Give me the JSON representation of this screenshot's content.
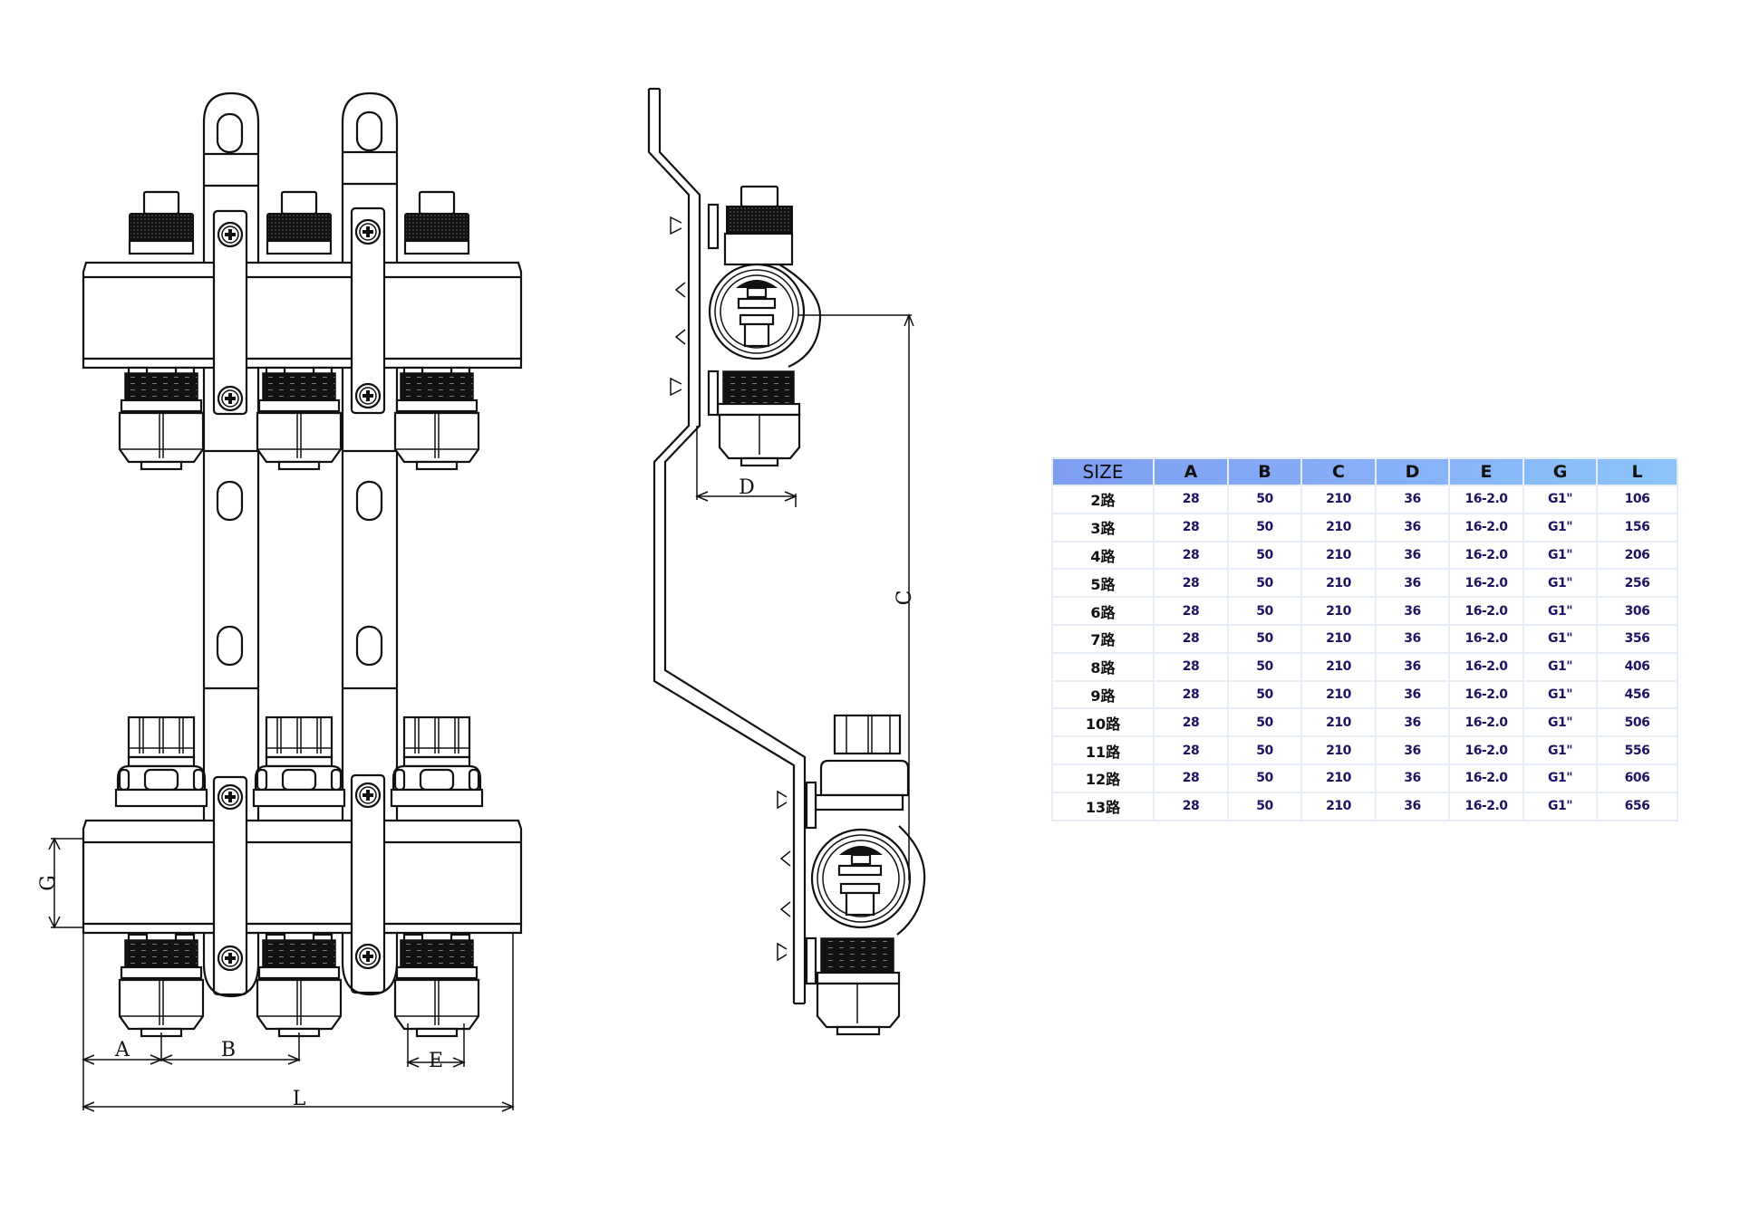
{
  "drawing": {
    "front_view_labels": {
      "A": "A",
      "B": "B",
      "E": "E",
      "L": "L",
      "G": "G"
    },
    "side_view_labels": {
      "D": "D",
      "C": "C"
    }
  },
  "spec_table": {
    "headers": [
      "SIZE",
      "A",
      "B",
      "C",
      "D",
      "E",
      "G",
      "L"
    ],
    "rows": [
      [
        "2路",
        "28",
        "50",
        "210",
        "36",
        "16-2.0",
        "G1\"",
        "106"
      ],
      [
        "3路",
        "28",
        "50",
        "210",
        "36",
        "16-2.0",
        "G1\"",
        "156"
      ],
      [
        "4路",
        "28",
        "50",
        "210",
        "36",
        "16-2.0",
        "G1\"",
        "206"
      ],
      [
        "5路",
        "28",
        "50",
        "210",
        "36",
        "16-2.0",
        "G1\"",
        "256"
      ],
      [
        "6路",
        "28",
        "50",
        "210",
        "36",
        "16-2.0",
        "G1\"",
        "306"
      ],
      [
        "7路",
        "28",
        "50",
        "210",
        "36",
        "16-2.0",
        "G1\"",
        "356"
      ],
      [
        "8路",
        "28",
        "50",
        "210",
        "36",
        "16-2.0",
        "G1\"",
        "406"
      ],
      [
        "9路",
        "28",
        "50",
        "210",
        "36",
        "16-2.0",
        "G1\"",
        "456"
      ],
      [
        "10路",
        "28",
        "50",
        "210",
        "36",
        "16-2.0",
        "G1\"",
        "506"
      ],
      [
        "11路",
        "28",
        "50",
        "210",
        "36",
        "16-2.0",
        "G1\"",
        "556"
      ],
      [
        "12路",
        "28",
        "50",
        "210",
        "36",
        "16-2.0",
        "G1\"",
        "606"
      ],
      [
        "13路",
        "28",
        "50",
        "210",
        "36",
        "16-2.0",
        "G1\"",
        "656"
      ]
    ]
  },
  "colors": {
    "header_blue": "#7e9ef2",
    "row_left": "#e2e4fc",
    "row_right": "#358a72",
    "value_text": "#1f1464"
  }
}
